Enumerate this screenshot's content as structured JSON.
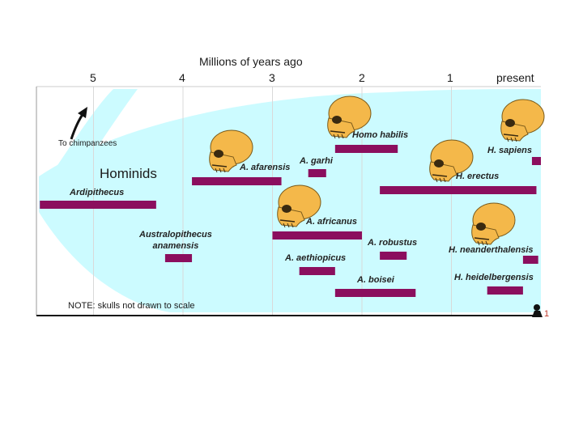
{
  "axis": {
    "title": "Millions of years ago",
    "ticks": [
      {
        "value": 5,
        "label": "5"
      },
      {
        "value": 4,
        "label": "4"
      },
      {
        "value": 3,
        "label": "3"
      },
      {
        "value": 2,
        "label": "2"
      },
      {
        "value": 1,
        "label": "1"
      },
      {
        "value": 0,
        "label": "present"
      }
    ]
  },
  "group_label": "Hominids",
  "chimp_label": "To chimpanzees",
  "note": "NOTE: skulls not drawn to scale",
  "colors": {
    "background_band": "#ccfbff",
    "bar": "#8b0e5e",
    "skull": "#f4b84a",
    "gridline": "#d9d9d9"
  },
  "species": [
    {
      "id": "ardipithecus",
      "label": "Ardipithecus",
      "start_mya": 5.6,
      "end_mya": 4.3
    },
    {
      "id": "anamensis",
      "label_lines": [
        "Australopithecus",
        "anamensis"
      ],
      "start_mya": 4.2,
      "end_mya": 3.9
    },
    {
      "id": "afarensis",
      "label": "A. afarensis",
      "start_mya": 3.9,
      "end_mya": 2.9
    },
    {
      "id": "garhi",
      "label": "A. garhi",
      "start_mya": 2.6,
      "end_mya": 2.4
    },
    {
      "id": "africanus",
      "label": "A. africanus",
      "start_mya": 3.0,
      "end_mya": 2.0
    },
    {
      "id": "aethiopicus",
      "label": "A. aethiopicus",
      "start_mya": 2.7,
      "end_mya": 2.3
    },
    {
      "id": "habilis",
      "label": "Homo habilis",
      "start_mya": 2.3,
      "end_mya": 1.6
    },
    {
      "id": "robustus",
      "label": "A. robustus",
      "start_mya": 1.8,
      "end_mya": 1.5
    },
    {
      "id": "boisei",
      "label": "A. boisei",
      "start_mya": 2.3,
      "end_mya": 1.4
    },
    {
      "id": "erectus",
      "label": "H. erectus",
      "start_mya": 1.8,
      "end_mya": 0.05
    },
    {
      "id": "sapiens",
      "label": "H. sapiens",
      "start_mya": 0.1,
      "end_mya": 0.0
    },
    {
      "id": "neanderthalensis",
      "label": "H. neanderthalensis",
      "start_mya": 0.2,
      "end_mya": 0.03
    },
    {
      "id": "heidelbergensis",
      "label": "H. heidelbergensis",
      "start_mya": 0.6,
      "end_mya": 0.2
    }
  ],
  "skulls": [
    "afarensis",
    "habilis",
    "africanus",
    "erectus",
    "sapiens",
    "neanderthalensis"
  ]
}
